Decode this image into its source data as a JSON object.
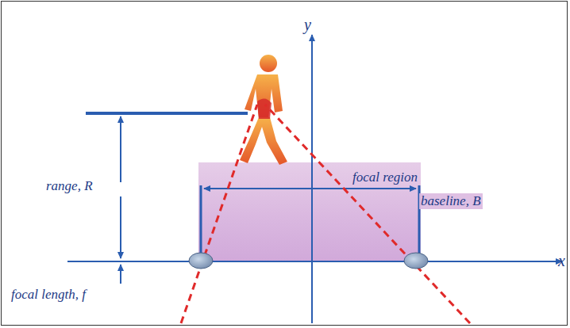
{
  "diagram": {
    "nodes": [
      {
        "text": [
          "focal region"
        ]
      }
    ],
    "labels": [
      "y",
      "x",
      "range, R",
      "baseline, B",
      "focal length, f"
    ]
  }
}
